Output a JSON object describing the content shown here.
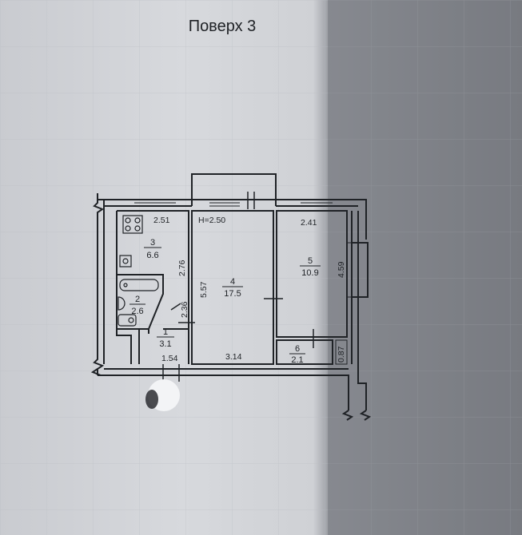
{
  "title": "Поверх 3",
  "ceiling_height": "H=2.50",
  "rooms": [
    {
      "number": "1",
      "area": "3.1"
    },
    {
      "number": "2",
      "area": "2.6"
    },
    {
      "number": "3",
      "area": "6.6"
    },
    {
      "number": "4",
      "area": "17.5"
    },
    {
      "number": "5",
      "area": "10.9"
    },
    {
      "number": "6",
      "area": "2.1"
    }
  ],
  "dimensions": {
    "kitchen_width": "2.51",
    "kitchen_depth": "2.76",
    "living_depth": "5.57",
    "living_width": "3.14",
    "hall_width": "1.54",
    "hall_depth": "2.36",
    "bedroom_width": "2.41",
    "bedroom_depth": "4.59",
    "closet_depth": "0.87"
  },
  "colors": {
    "paper_light": "#d9dbdf",
    "paper_shadow": "#8e9197",
    "ink": "#1f2226"
  }
}
